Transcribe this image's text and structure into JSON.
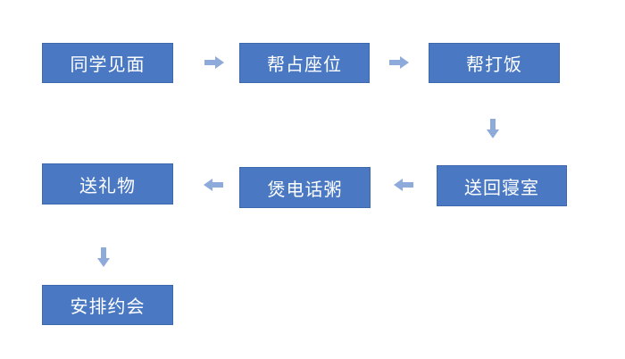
{
  "steps": [
    {
      "id": "s1",
      "label": "同学见面"
    },
    {
      "id": "s2",
      "label": "帮占座位"
    },
    {
      "id": "s3",
      "label": "帮打饭"
    },
    {
      "id": "s4",
      "label": "送回寝室"
    },
    {
      "id": "s5",
      "label": "煲电话粥"
    },
    {
      "id": "s6",
      "label": "送礼物"
    },
    {
      "id": "s7",
      "label": "安排约会"
    }
  ],
  "flow": [
    [
      "s1",
      "s2"
    ],
    [
      "s2",
      "s3"
    ],
    [
      "s3",
      "s4"
    ],
    [
      "s4",
      "s5"
    ],
    [
      "s5",
      "s6"
    ],
    [
      "s6",
      "s7"
    ]
  ],
  "colors": {
    "box": "#4a78c2",
    "box_border": "#3d68ad",
    "text": "#ffffff",
    "arrow": "#8eaadb"
  }
}
